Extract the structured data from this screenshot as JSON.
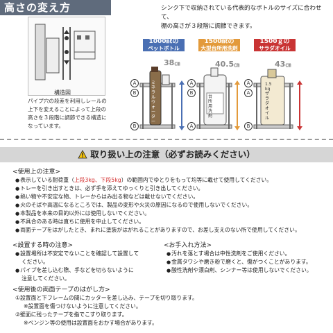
{
  "top": {
    "title": "高さの変え方",
    "intro": [
      "シンク下で収納されている代表的なボトルのサイズに合わせて、",
      "棚の高さが３段階に調節できます。"
    ],
    "structure_label": "構造図",
    "description": [
      "パイプ穴の段差を利用しレールの",
      "上下を変えることによって上段の",
      "高さを３段階に調節できる構造に",
      "なっています。"
    ],
    "bottles": [
      {
        "num": "1000㎖の",
        "kind": "ペットボトル",
        "height": "38",
        "unit": "㎝",
        "color": "#4a6fb3"
      },
      {
        "num": "1500㎖の",
        "kind": "大型台所用洗剤",
        "height": "40.5",
        "unit": "㎝",
        "color": "#e39a3b"
      },
      {
        "num": "1500ｇの",
        "kind": "サラダオイル",
        "height": "43",
        "unit": "㎝",
        "color": "#c93434"
      }
    ],
    "marker_a": "A",
    "marker_b": "B",
    "bottle_labels": [
      "ミネラルウォーター",
      "台所用洗剤",
      "1.5kgサラダオイル"
    ]
  },
  "caution": {
    "title": "取り扱い上の注意（必ずお読みください）",
    "usage_heading": "<使用上の注意>",
    "usage": [
      {
        "pre": "表示している耐荷重（",
        "red": "上段3kg、下段5kg",
        "post": "）の範囲内でゆとりをもって均等に載せて使用してください。"
      },
      {
        "pre": "トレーを引き出すときは、必ず手を添えてゆっくりと引き出してください。",
        "red": "",
        "post": ""
      },
      {
        "pre": "熱い物や不安定な物、トレーからはみ出る物などは載せないでください。",
        "red": "",
        "post": ""
      },
      {
        "pre": "火のそばや高温になるところでは、製品の変形や火災の原因になるので使用しないでください。",
        "red": "",
        "post": ""
      },
      {
        "pre": "本製品を本来の目的以外には使用しないでください。",
        "red": "",
        "post": ""
      },
      {
        "pre": "不具合のある時は直ちに使用を中止してください。",
        "red": "",
        "post": ""
      },
      {
        "pre": "両面テープをはがしたとき、まれに塗装がはがれることがありますので、お差し支えのない所で使用してください。",
        "red": "",
        "post": ""
      }
    ],
    "install_heading": "<設置する時の注意>",
    "install": [
      [
        "設置場所は不安定でないことを確認して設置して",
        "ください。"
      ],
      [
        "パイプを差し込む際、手などを切らないように",
        "注意してください。"
      ]
    ],
    "care_heading": "<お手入れ方法>",
    "care": [
      "汚れを落とす場合は中性洗剤をご使用ください。",
      "金属タワシや磨き粉で磨くと、傷がつくことがあります。",
      "酸性洗剤や漂白剤、シンナー等は使用しないでください。"
    ],
    "tape_heading": "<使用後の両面テープのはがし方>",
    "tape": [
      "①設置面と下フレームの間にカッターを差し込み、テープを切り取ります。",
      "※設置面を傷つけないように注意してください。",
      "②壁面に残ったテープを指でこすり取ります。",
      "※ベンジン等の使用は設置面をおかす場合があります。"
    ]
  }
}
